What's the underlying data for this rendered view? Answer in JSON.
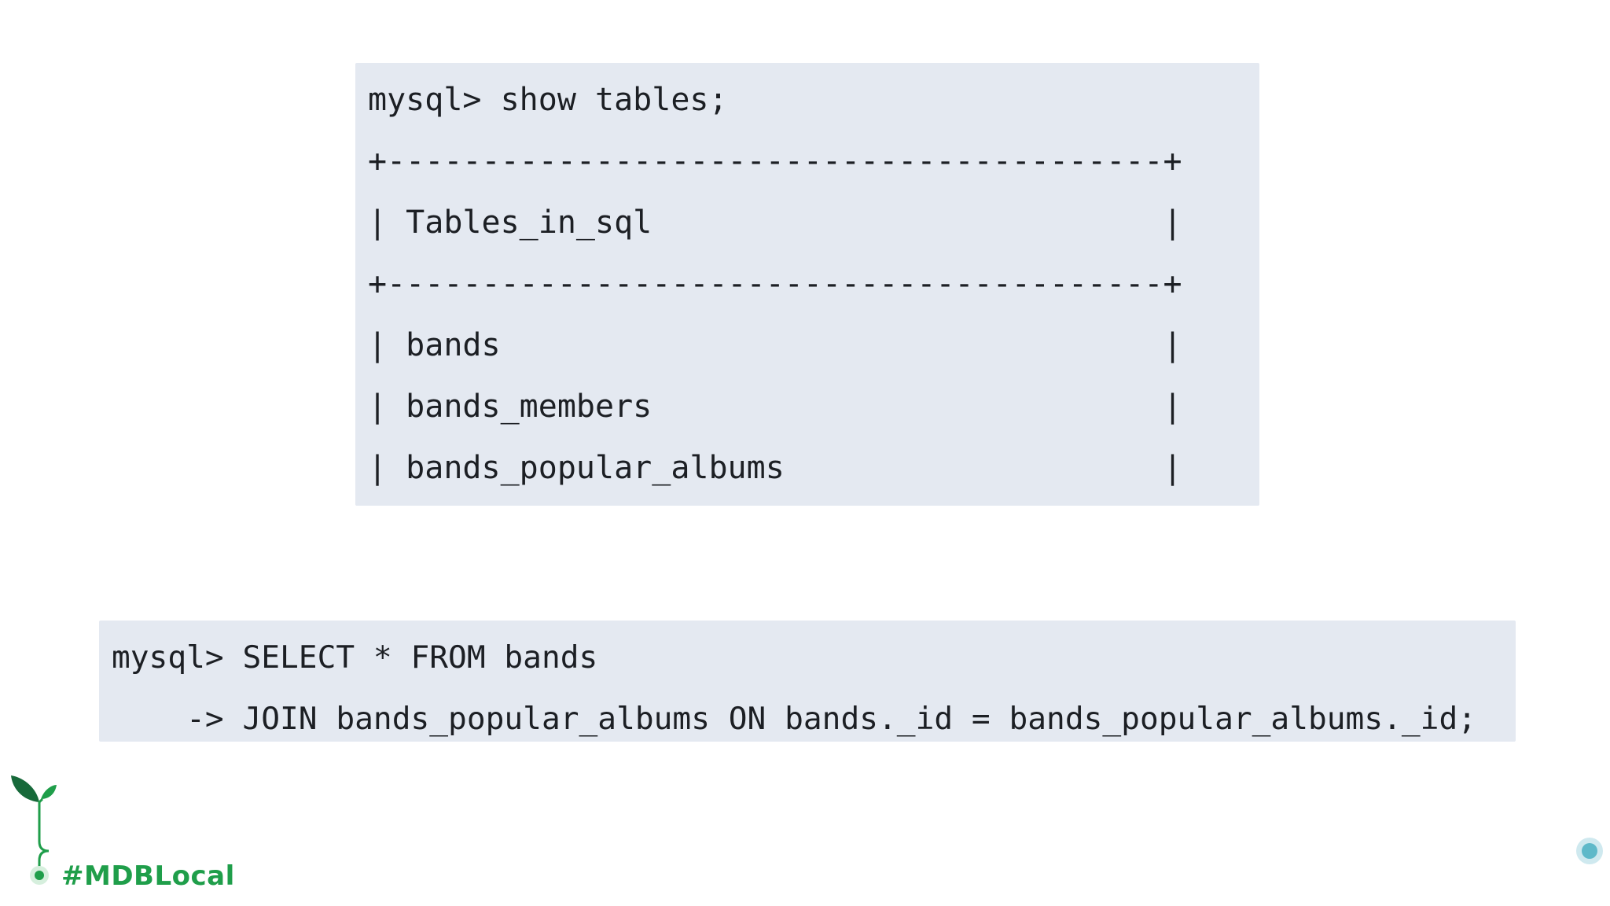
{
  "top_block": {
    "lines": [
      "mysql> show tables;",
      "+-----------------------------------------+",
      "| Tables_in_sql                           |",
      "+-----------------------------------------+",
      "| bands                                   |",
      "| bands_members                           |",
      "| bands_popular_albums                    |"
    ]
  },
  "bottom_block": {
    "lines": [
      "mysql> SELECT * FROM bands",
      "    -> JOIN bands_popular_albums ON bands._id = bands_popular_albums._id;"
    ]
  },
  "footer": {
    "hashtag": "#MDBLocal",
    "icons": [
      "sprout-icon",
      "timeline-end-dot-icon"
    ],
    "colors": {
      "green": "#1f9e4a",
      "teal": "#5fb9c9",
      "code_bg": "#e4e9f1"
    }
  }
}
